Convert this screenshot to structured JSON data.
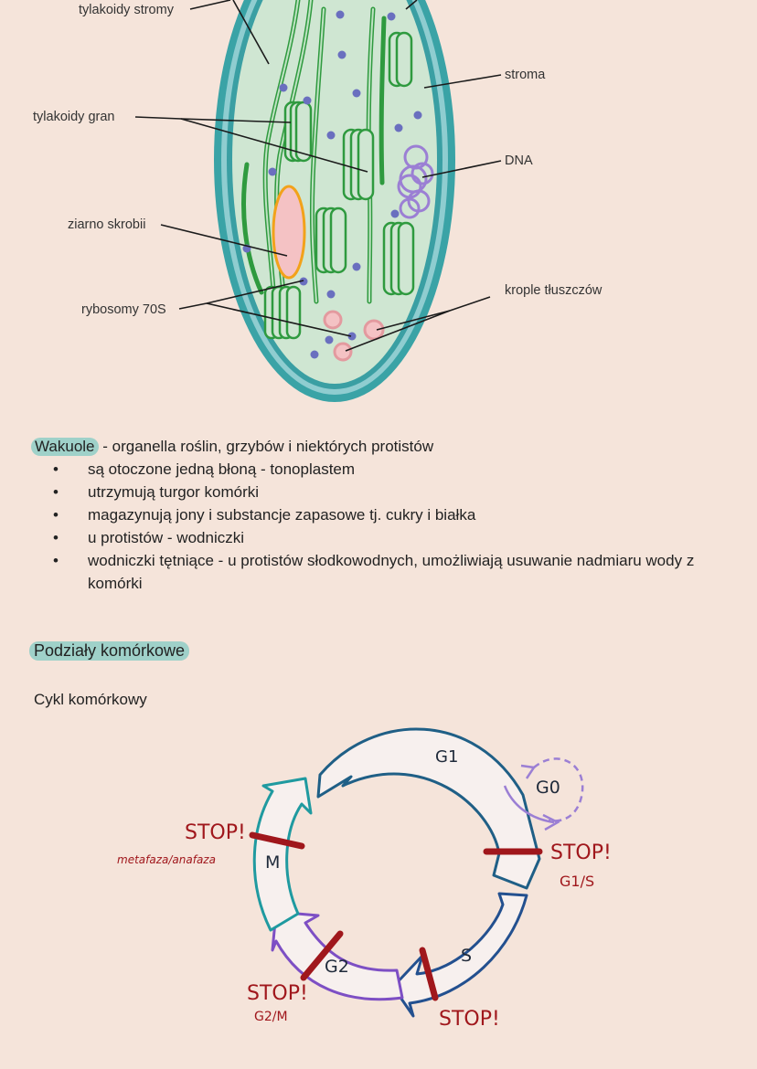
{
  "chloroplast": {
    "labels": {
      "stroma_thylakoids": "tylakoidy stromy",
      "grana_thylakoids": "tylakoidy gran",
      "starch_grain": "ziarno skrobii",
      "ribosomes": "rybosomy 70S",
      "stroma": "stroma",
      "dna": "DNA",
      "lipid_droplets": "krople tłuszczów"
    }
  },
  "vacuole": {
    "term": "Wakuole",
    "definition": " - organella roślin, grzybów i niektórych protistów",
    "bullets": [
      "są otoczone jedną błoną - tonoplastem",
      "utrzymują turgor komórki",
      "magazynują jony i substancje zapasowe tj. cukry i białka",
      "u protistów - wodniczki",
      "wodniczki tętniące - u protistów słodkowodnych, umożliwiają usuwanie nadmiaru wody z komórki"
    ]
  },
  "divisions": {
    "heading": "Podziały komórkowe",
    "subheading": "Cykl komórkowy"
  },
  "cell_cycle": {
    "phases": {
      "g1": "G1",
      "g0": "G0",
      "s": "S",
      "g2": "G2",
      "m": "M"
    },
    "checkpoints": {
      "stop": "STOP!",
      "g1s": "G1/S",
      "g2m": "G2/M",
      "m_note": "metafaza/anafaza"
    },
    "colors": {
      "g1": "#1f5f86",
      "s": "#23508f",
      "g2": "#7d4fc4",
      "m": "#1f9aa0",
      "g0": "#9b7fd4",
      "stop": "#a0171c"
    }
  }
}
